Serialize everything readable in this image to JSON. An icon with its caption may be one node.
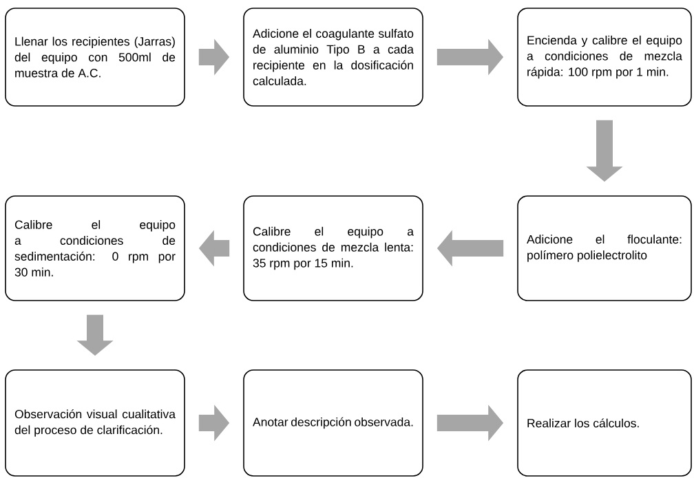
{
  "diagram": {
    "nodes": [
      {
        "text": [
          "Llenar los recipientes (Jarras) del equipo con 500ml de muestra de A.C."
        ]
      },
      {
        "text": [
          "Adicione el coagulante sulfato de aluminio Tipo B a cada recipiente en la dosificación calculada."
        ]
      },
      {
        "text": [
          "Encienda y calibre el equipo a condiciones de mezcla rápida: 100 rpm por 1 min."
        ]
      },
      {
        "text": [
          "Adicione el floculante: polímero polielectrolito"
        ]
      },
      {
        "text": [
          "Calibre el equipo a condiciones de mezcla lenta: 35 rpm por 15 min."
        ]
      },
      {
        "text": [
          "Calibre el equipo a condiciones de sedimentación: 0 rpm por 30 min."
        ]
      },
      {
        "text": [
          "Observación visual cualitativa del proceso de clarificación."
        ]
      },
      {
        "text": [
          "Anotar descripción observada."
        ]
      },
      {
        "text": [
          "Realizar los cálculos."
        ]
      }
    ],
    "edges": [
      {
        "from": 0,
        "to": 1,
        "arrow": "to"
      },
      {
        "from": 1,
        "to": 2,
        "arrow": "to"
      },
      {
        "from": 2,
        "to": 3,
        "arrow": "to"
      },
      {
        "from": 3,
        "to": 4,
        "arrow": "to"
      },
      {
        "from": 4,
        "to": 5,
        "arrow": "to"
      },
      {
        "from": 5,
        "to": 6,
        "arrow": "to"
      },
      {
        "from": 6,
        "to": 7,
        "arrow": "to"
      },
      {
        "from": 7,
        "to": 8,
        "arrow": "to"
      }
    ]
  }
}
